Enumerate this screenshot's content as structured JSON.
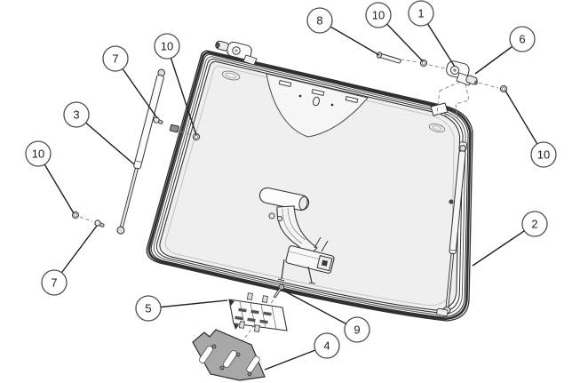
{
  "figure": {
    "type": "exploded-parts-diagram",
    "description_visible_text_only": true,
    "callouts": [
      {
        "label": "7"
      },
      {
        "label": "10"
      },
      {
        "label": "3"
      },
      {
        "label": "10"
      },
      {
        "label": "7"
      },
      {
        "label": "8"
      },
      {
        "label": "10"
      },
      {
        "label": "1"
      },
      {
        "label": "6"
      },
      {
        "label": "10"
      },
      {
        "label": "2"
      },
      {
        "label": "5"
      },
      {
        "label": "9"
      },
      {
        "label": "4"
      }
    ],
    "colors": {
      "background": "#ffffff",
      "ink": "#2f2f2f",
      "glass": "#efefef",
      "frit": "#f7f7f7",
      "gasket": "#a8a8a8",
      "balloon_stroke": "#4d4d4d"
    }
  }
}
